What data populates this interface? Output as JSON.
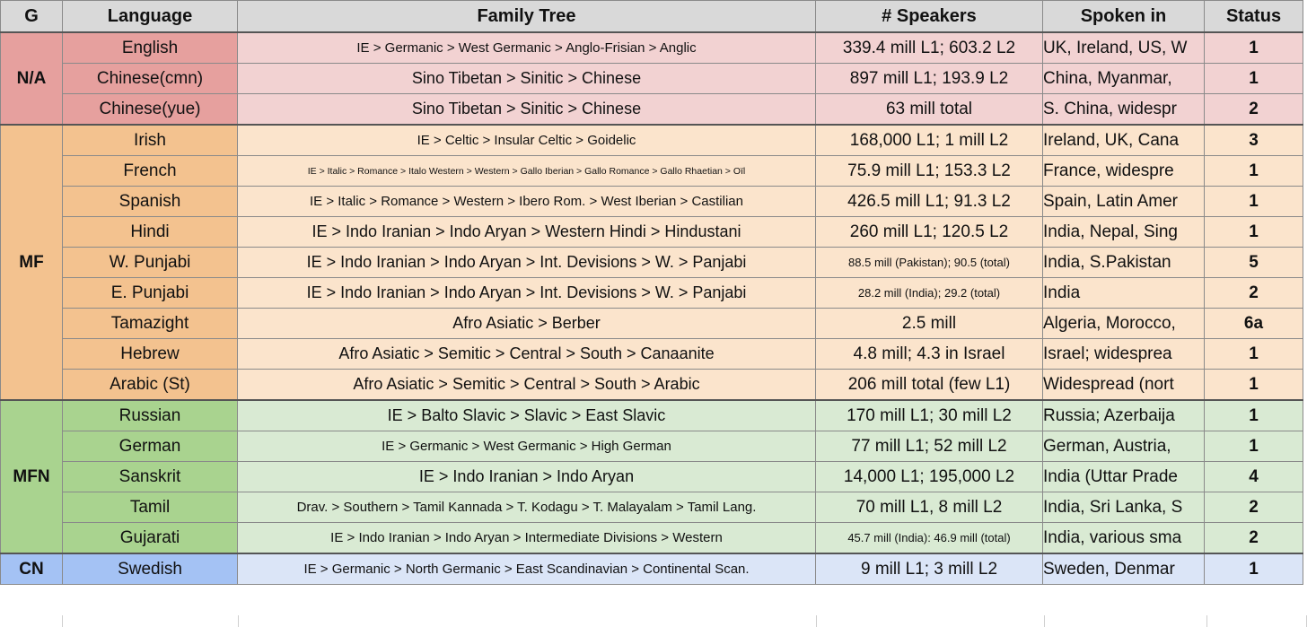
{
  "headers": {
    "g": "G",
    "language": "Language",
    "family_tree": "Family Tree",
    "speakers": "# Speakers",
    "spoken_in": "Spoken in",
    "status": "Status"
  },
  "groups": {
    "na": "N/A",
    "mf": "MF",
    "mfn": "MFN",
    "cn": "CN"
  },
  "rows": [
    {
      "language": "English",
      "tree": "IE > Germanic > West Germanic > Anglo-Frisian > Anglic",
      "speakers": "339.4 mill L1; 603.2 L2",
      "spoken_in": "UK, Ireland, US, W",
      "status": "1"
    },
    {
      "language": "Chinese(cmn)",
      "tree": "Sino Tibetan > Sinitic > Chinese",
      "speakers": "897 mill L1; 193.9 L2",
      "spoken_in": "China, Myanmar,",
      "status": "1"
    },
    {
      "language": "Chinese(yue)",
      "tree": "Sino Tibetan > Sinitic > Chinese",
      "speakers": "63 mill total",
      "spoken_in": "S. China, widespr",
      "status": "2"
    },
    {
      "language": "Irish",
      "tree": "IE > Celtic > Insular Celtic > Goidelic",
      "speakers": "168,000 L1; 1 mill L2",
      "spoken_in": "Ireland, UK, Cana",
      "status": "3"
    },
    {
      "language": "French",
      "tree": "IE > Italic > Romance > Italo Western > Western > Gallo Iberian > Gallo Romance > Gallo Rhaetian > Oïl",
      "speakers": "75.9 mill L1; 153.3 L2",
      "spoken_in": "France, widespre",
      "status": "1"
    },
    {
      "language": "Spanish",
      "tree": "IE > Italic > Romance > Western > Ibero Rom. > West Iberian > Castilian",
      "speakers": "426.5 mill L1; 91.3 L2",
      "spoken_in": "Spain, Latin Amer",
      "status": "1"
    },
    {
      "language": "Hindi",
      "tree": "IE > Indo Iranian > Indo Aryan > Western Hindi > Hindustani",
      "speakers": "260 mill L1; 120.5 L2",
      "spoken_in": "India, Nepal, Sing",
      "status": "1"
    },
    {
      "language": "W. Punjabi",
      "tree": "IE > Indo Iranian > Indo Aryan > Int. Devisions > W. > Panjabi",
      "speakers": "88.5 mill (Pakistan); 90.5 (total)",
      "spoken_in": "India, S.Pakistan",
      "status": "5"
    },
    {
      "language": "E. Punjabi",
      "tree": "IE > Indo Iranian > Indo Aryan > Int. Devisions > W. > Panjabi",
      "speakers": "28.2 mill (India); 29.2 (total)",
      "spoken_in": "India",
      "status": "2"
    },
    {
      "language": "Tamazight",
      "tree": "Afro Asiatic > Berber",
      "speakers": "2.5 mill",
      "spoken_in": "Algeria, Morocco,",
      "status": "6a"
    },
    {
      "language": "Hebrew",
      "tree": "Afro Asiatic > Semitic > Central > South > Canaanite",
      "speakers": "4.8 mill; 4.3 in Israel",
      "spoken_in": "Israel; widesprea",
      "status": "1"
    },
    {
      "language": "Arabic (St)",
      "tree": "Afro Asiatic > Semitic > Central > South > Arabic",
      "speakers": "206 mill total (few L1)",
      "spoken_in": "Widespread (nort",
      "status": "1"
    },
    {
      "language": "Russian",
      "tree": "IE > Balto Slavic > Slavic > East Slavic",
      "speakers": "170 mill L1; 30 mill L2",
      "spoken_in": "Russia; Azerbaija",
      "status": "1"
    },
    {
      "language": "German",
      "tree": "IE > Germanic > West Germanic > High German",
      "speakers": "77 mill L1; 52 mill L2",
      "spoken_in": "German, Austria,",
      "status": "1"
    },
    {
      "language": "Sanskrit",
      "tree": "IE > Indo Iranian > Indo Aryan",
      "speakers": "14,000 L1; 195,000 L2",
      "spoken_in": "India (Uttar Prade",
      "status": "4"
    },
    {
      "language": "Tamil",
      "tree": "Drav. > Southern > Tamil Kannada > T. Kodagu > T. Malayalam > Tamil Lang.",
      "speakers": "70 mill L1, 8 mill L2",
      "spoken_in": "India, Sri Lanka, S",
      "status": "2"
    },
    {
      "language": "Gujarati",
      "tree": "IE > Indo Iranian > Indo Aryan > Intermediate Divisions > Western",
      "speakers": "45.7 mill (India): 46.9 mill (total)",
      "spoken_in": "India, various sma",
      "status": "2"
    },
    {
      "language": "Swedish",
      "tree": "IE > Germanic > North Germanic > East Scandinavian > Continental Scan.",
      "speakers": "9 mill L1; 3 mill L2",
      "spoken_in": "Sweden, Denmar",
      "status": "1"
    }
  ]
}
